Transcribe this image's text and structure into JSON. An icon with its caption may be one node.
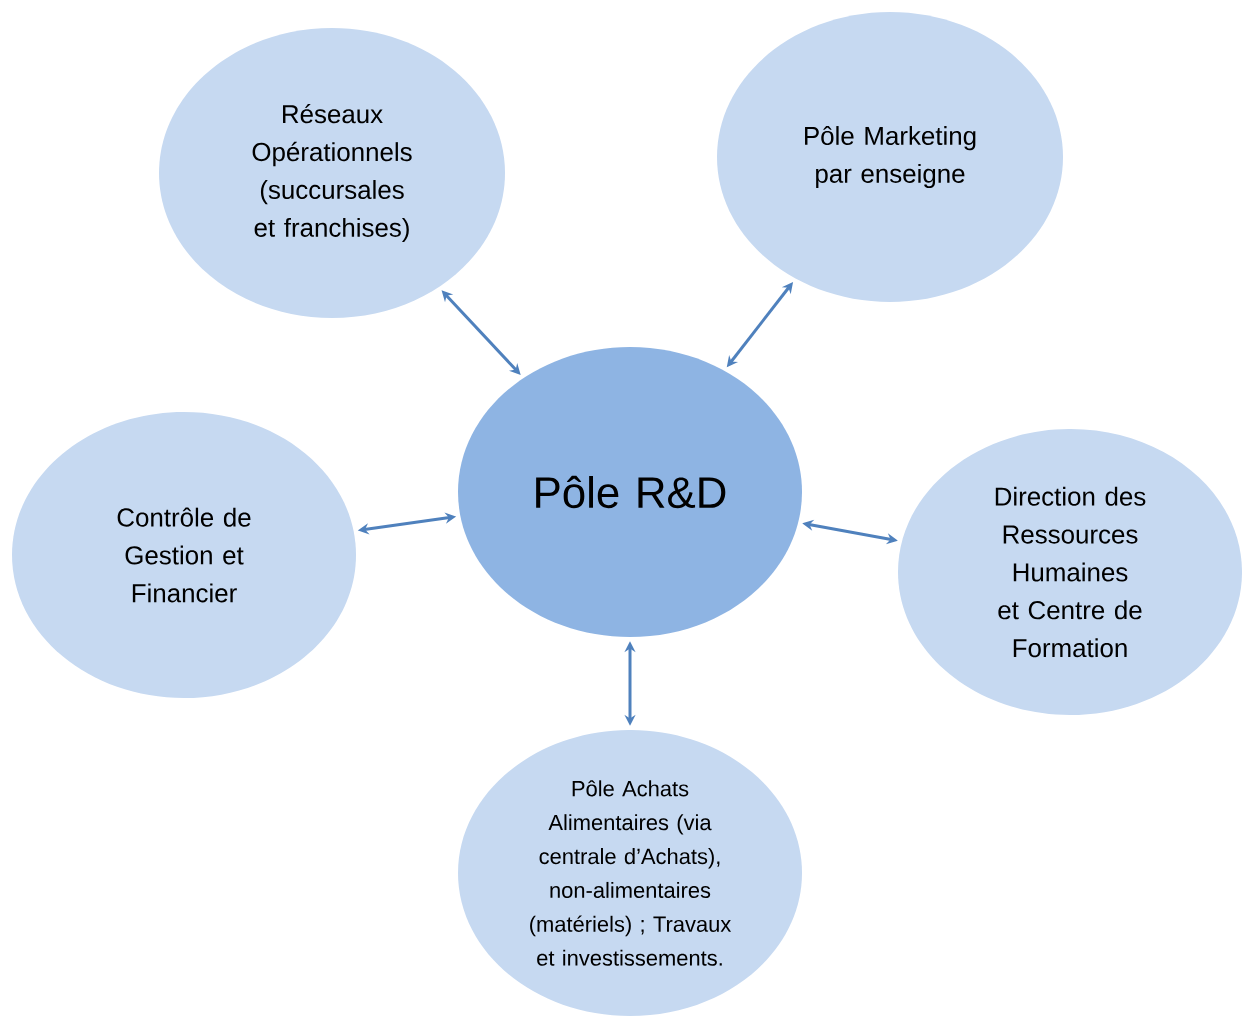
{
  "diagram": {
    "nodes": [
      {
        "text": [
          "Réseaux Opérationnels (succursales et franchises)"
        ]
      },
      {
        "text": [
          "Pôle Marketing par enseigne"
        ]
      },
      {
        "text": [
          "Contrôle de Gestion et Financier"
        ]
      },
      {
        "text": [
          "Pôle R&D"
        ]
      },
      {
        "text": [
          "Direction des Ressources Humaines et Centre de Formation"
        ]
      },
      {
        "text": [
          "Pôle Achats Alimentaires (via centrale d’Achats), non-alimentaires (matériels) ; Travaux et investissements."
        ]
      }
    ],
    "edges": [
      {
        "from": 3,
        "to": 0,
        "arrow": "both"
      },
      {
        "from": 3,
        "to": 1,
        "arrow": "both"
      },
      {
        "from": 3,
        "to": 2,
        "arrow": "both"
      },
      {
        "from": 3,
        "to": 4,
        "arrow": "both"
      },
      {
        "from": 3,
        "to": 5,
        "arrow": "both"
      }
    ]
  }
}
